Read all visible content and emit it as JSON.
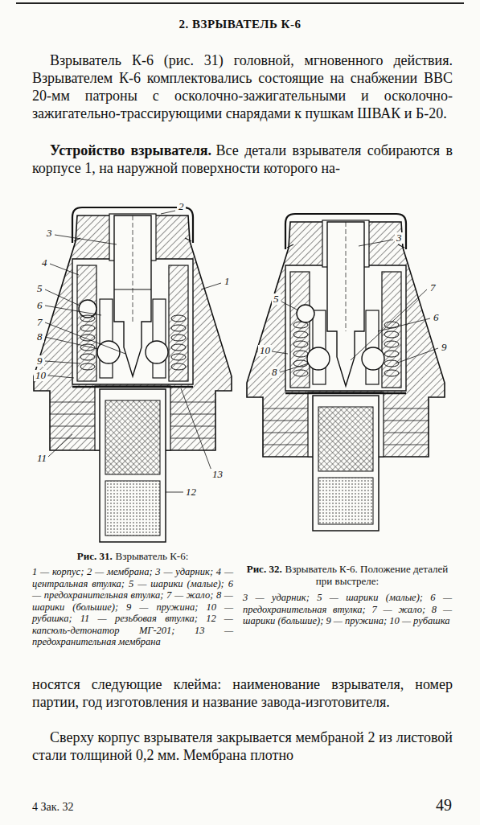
{
  "diagram": {
    "title": "2. ВЗРЫВАТЕЛЬ К-6",
    "labels": [
      "Взрыватель К-6 (рис. 31) головной, мгновенного действия. Взрывателем К-6 комплектовались состоящие на снабжении ВВС 20-мм патроны с осколочно-зажигательными и осколочно-зажигательно-трассирующими снарядами к пушкам ШВАК и Б-20.",
      "Устройство взрывателя.",
      "Все детали взрывателя собираются в корпусе 1, на наружной поверхности которого на-",
      "2",
      "3",
      "4",
      "5",
      "6",
      "7",
      "8",
      "9",
      "10",
      "1",
      "13",
      "11",
      "12",
      "3",
      "5",
      "7",
      "6",
      "10",
      "9",
      "8",
      "Рис. 31.",
      "Взрыватель К-6:",
      "1 — корпус; 2 — мембрана; 3 — ударник; 4 — центральная втулка; 5 — шарики (малые); 6 — предохранительная втулка; 7 — жало; 8 — шарики (большие); 9 — пружина; 10 — рубашка; 11 — резьбовая втулка; 12 — капсюль-детонатор МГ-201; 13 — предохранительная мембрана",
      "Рис. 32.",
      "Взрыватель К-6. Положение деталей при выстреле:",
      "3 — ударник; 5 — шарики (малые); 6 — предохранительная втулка; 7 — жало; 8 — шарики (большие); 9 — пружина; 10 — рубашка",
      "носятся следующие клейма: наименование взрывателя, номер партии, год изготовления и название завода-изготовителя.",
      "Сверху корпус взрывателя закрывается мембраной 2 из листовой стали толщиной 0,2 мм. Мембрана плотно",
      "4 Зак. 32",
      "49"
    ]
  }
}
